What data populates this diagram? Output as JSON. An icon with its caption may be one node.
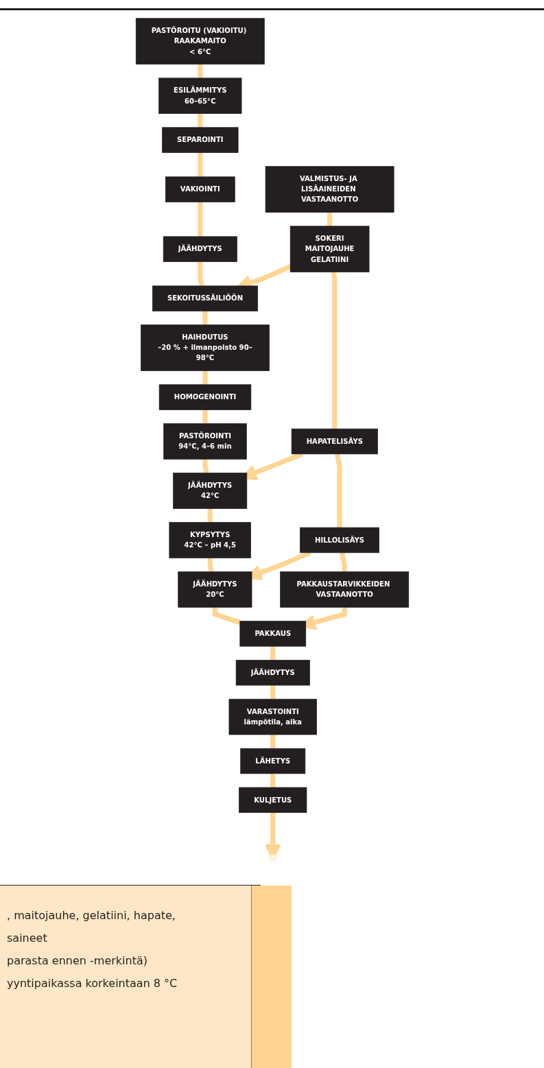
{
  "diagram": {
    "nodes": [
      {
        "text": [
          "VALMISTUS- JA LISÄAINEIDEN VASTAANOTTO"
        ]
      },
      {
        "text": [
          "PASTÖROITU (VAKIOITU) RAAKAMAITO",
          "< 6°C"
        ]
      },
      {
        "text": [
          "ESILÄMMITYS",
          "60–65°C"
        ]
      },
      {
        "text": [
          "SEPAROINTI"
        ]
      },
      {
        "text": [
          "VAKIOINTI"
        ]
      },
      {
        "text": [
          "JÄÄHDYTYS"
        ]
      },
      {
        "text": [
          "SOKERI",
          "MAITOJAUHE",
          "GELATIINI"
        ]
      },
      {
        "text": [
          "SEKOITUSSÄILIÖÖN"
        ]
      },
      {
        "text": [
          "HAIHDUTUS",
          "–20 % + ilmanpoisto 90–98°C"
        ]
      },
      {
        "text": [
          "HOMOGENOINTI"
        ]
      },
      {
        "text": [
          "PASTÖROINTI",
          "94°C, 4–6 min"
        ]
      },
      {
        "text": [
          "JÄÄHDYTYS",
          "42°C"
        ]
      },
      {
        "text": [
          "HAPATELISÄYS"
        ]
      },
      {
        "text": [
          "KYPSYTYS",
          "42°C – pH 4,5"
        ]
      },
      {
        "text": [
          "JÄÄHDYTYS",
          "20°C"
        ]
      },
      {
        "text": [
          "HILLOLISÄYS"
        ]
      },
      {
        "text": [
          "PAKKAUS"
        ]
      },
      {
        "text": [
          "PAKKAUSTARVIKKEIDEN VASTAANOTTO"
        ]
      },
      {
        "text": [
          "JÄÄHDYTYS"
        ]
      },
      {
        "text": [
          "VARASTOINTI",
          "lämpötila, aika"
        ]
      },
      {
        "text": [
          "LÄHETYS"
        ]
      },
      {
        "text": [
          "KULJETUS"
        ]
      }
    ],
    "edges": [
      {
        "from": 1,
        "to": 2,
        "arrow": "none"
      },
      {
        "from": 2,
        "to": 3,
        "arrow": "none"
      },
      {
        "from": 3,
        "to": 4,
        "arrow": "none"
      },
      {
        "from": 4,
        "to": 5,
        "arrow": "none"
      },
      {
        "from": 5,
        "to": 7,
        "arrow": "none"
      },
      {
        "from": 7,
        "to": 8,
        "arrow": "none"
      },
      {
        "from": 8,
        "to": 9,
        "arrow": "none"
      },
      {
        "from": 9,
        "to": 10,
        "arrow": "none"
      },
      {
        "from": 10,
        "to": 11,
        "arrow": "none"
      },
      {
        "from": 11,
        "to": 13,
        "arrow": "none"
      },
      {
        "from": 13,
        "to": 14,
        "arrow": "none"
      },
      {
        "from": 14,
        "to": 16,
        "arrow": "none"
      },
      {
        "from": 16,
        "to": 18,
        "arrow": "none"
      },
      {
        "from": 18,
        "to": 19,
        "arrow": "none"
      },
      {
        "from": 19,
        "to": 20,
        "arrow": "none"
      },
      {
        "from": 20,
        "to": 21,
        "arrow": "none"
      },
      {
        "from": 21,
        "to": null,
        "arrow": "to"
      },
      {
        "from": 0,
        "to": 6,
        "arrow": "none"
      },
      {
        "from": 6,
        "to": 12,
        "arrow": "none"
      },
      {
        "from": 12,
        "to": 15,
        "arrow": "none"
      },
      {
        "from": 15,
        "to": 17,
        "arrow": "none"
      },
      {
        "from": 6,
        "to": 7,
        "arrow": "to"
      },
      {
        "from": 12,
        "to": 11,
        "arrow": "to"
      },
      {
        "from": 15,
        "to": 14,
        "arrow": "to"
      },
      {
        "from": 17,
        "to": 16,
        "arrow": "to"
      }
    ],
    "labels": [
      ", maitojauhe, gelatiini, hapate,",
      "saineet",
      "parasta ennen -merkintä)",
      "yyntipaikassa korkeintaan 8 °C"
    ]
  }
}
